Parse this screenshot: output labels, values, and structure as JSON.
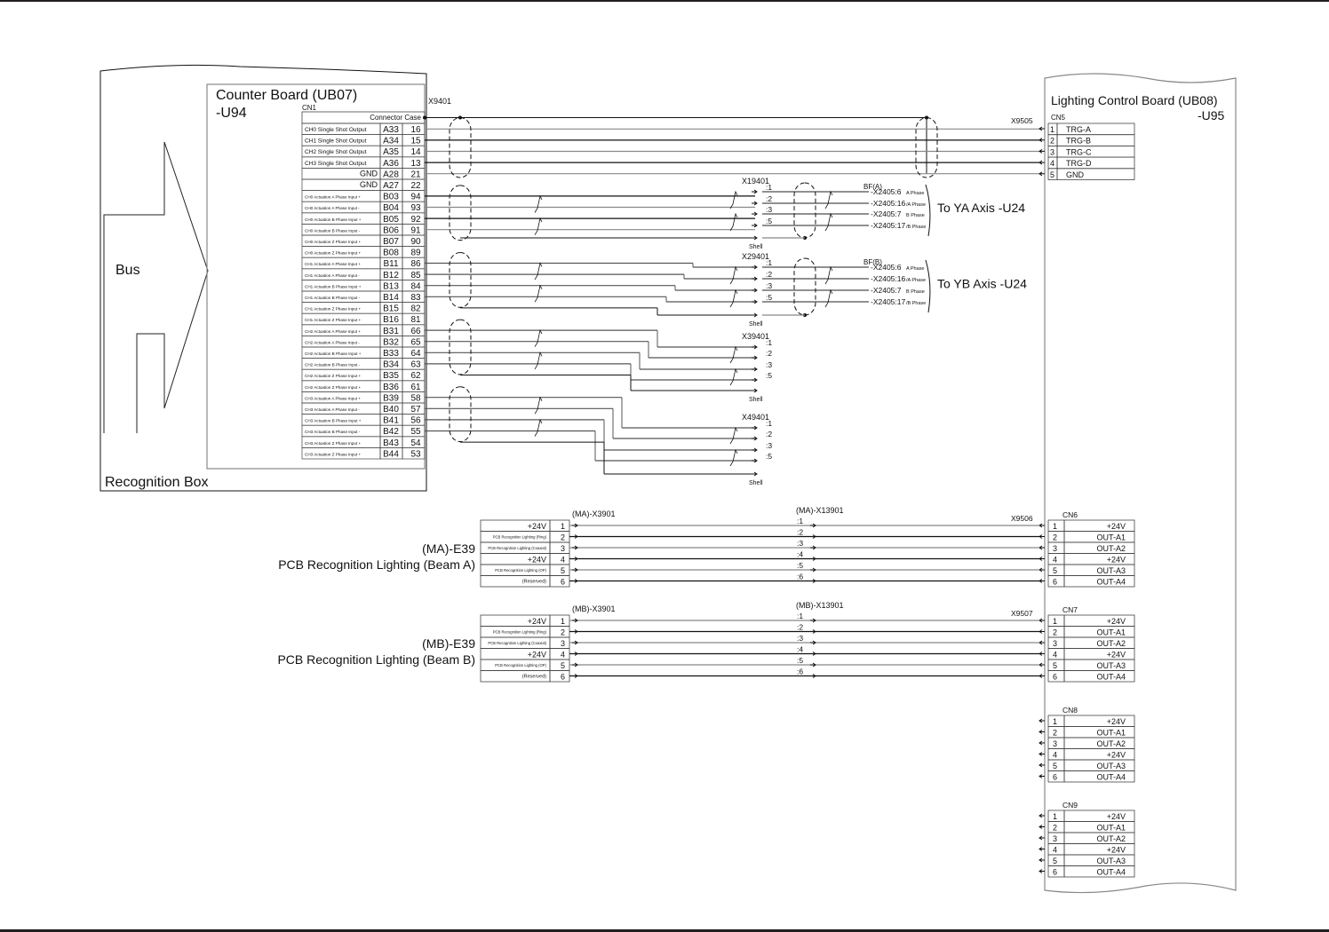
{
  "recognition_box": {
    "title": "Recognition Box",
    "bus_label": "Bus"
  },
  "counter_board": {
    "title": "Counter Board (UB07)",
    "ref": "-U94",
    "connector": "CN1",
    "case_label": "Connector Case",
    "pins": [
      {
        "signal": "CH0 Single Shot Output",
        "pin": "A33",
        "num": "16"
      },
      {
        "signal": "CH1 Single Shot Output",
        "pin": "A34",
        "num": "15"
      },
      {
        "signal": "CH2 Single Shot Output",
        "pin": "A35",
        "num": "14"
      },
      {
        "signal": "CH3 Single Shot Output",
        "pin": "A36",
        "num": "13"
      },
      {
        "signal": "GND",
        "pin": "A28",
        "num": "21"
      },
      {
        "signal": "GND",
        "pin": "A27",
        "num": "22"
      },
      {
        "signal": "CH0 Actuation A Phase Input +",
        "pin": "B03",
        "num": "94"
      },
      {
        "signal": "CH0 Actuation A Phase Input -",
        "pin": "B04",
        "num": "93"
      },
      {
        "signal": "CH0 Actuation B Phase Input +",
        "pin": "B05",
        "num": "92"
      },
      {
        "signal": "CH0 Actuation B Phase Input -",
        "pin": "B06",
        "num": "91"
      },
      {
        "signal": "CH0 Actuation Z Phase Input +",
        "pin": "B07",
        "num": "90"
      },
      {
        "signal": "CH0 Actuation Z Phase Input +",
        "pin": "B08",
        "num": "89"
      },
      {
        "signal": "CH1 Actuation A Phase Input +",
        "pin": "B11",
        "num": "86"
      },
      {
        "signal": "CH1 Actuation A Phase Input -",
        "pin": "B12",
        "num": "85"
      },
      {
        "signal": "CH1 Actuation B Phase Input +",
        "pin": "B13",
        "num": "84"
      },
      {
        "signal": "CH1 Actuation B Phase Input -",
        "pin": "B14",
        "num": "83"
      },
      {
        "signal": "CH1 Actuation Z Phase Input +",
        "pin": "B15",
        "num": "82"
      },
      {
        "signal": "CH1 Actuation Z Phase Input +",
        "pin": "B16",
        "num": "81"
      },
      {
        "signal": "CH2 Actuation A Phase Input +",
        "pin": "B31",
        "num": "66"
      },
      {
        "signal": "CH2 Actuation A Phase Input -",
        "pin": "B32",
        "num": "65"
      },
      {
        "signal": "CH2 Actuation B Phase Input +",
        "pin": "B33",
        "num": "64"
      },
      {
        "signal": "CH2 Actuation B Phase Input -",
        "pin": "B34",
        "num": "63"
      },
      {
        "signal": "CH2 Actuation Z Phase Input +",
        "pin": "B35",
        "num": "62"
      },
      {
        "signal": "CH2 Actuation Z Phase Input +",
        "pin": "B36",
        "num": "61"
      },
      {
        "signal": "CH3 Actuation A Phase Input +",
        "pin": "B39",
        "num": "58"
      },
      {
        "signal": "CH3 Actuation A Phase Input -",
        "pin": "B40",
        "num": "57"
      },
      {
        "signal": "CH3 Actuation B Phase Input +",
        "pin": "B41",
        "num": "56"
      },
      {
        "signal": "CH3 Actuation B Phase Input -",
        "pin": "B42",
        "num": "55"
      },
      {
        "signal": "CH3 Actuation Z Phase Input +",
        "pin": "B43",
        "num": "54"
      },
      {
        "signal": "CH3 Actuation Z Phase Input +",
        "pin": "B44",
        "num": "53"
      }
    ]
  },
  "cable_x9401": {
    "label": "X9401"
  },
  "axis_connectors": [
    {
      "label": "X19401",
      "pins": [
        ":1",
        ":2",
        ":3",
        ":5"
      ],
      "shell": "Shell",
      "bf": "BF(A)",
      "targets": [
        {
          "conn": "-X2405:6",
          "phase": "A Phase"
        },
        {
          "conn": "-X2405:16",
          "phase": "/A Phase"
        },
        {
          "conn": "-X2405:7",
          "phase": "B Phase"
        },
        {
          "conn": "-X2405:17",
          "phase": "/B Phase"
        }
      ],
      "destination": "To YA Axis -U24"
    },
    {
      "label": "X29401",
      "pins": [
        ":1",
        ":2",
        ":3",
        ":5"
      ],
      "shell": "Shell",
      "bf": "BF(B)",
      "targets": [
        {
          "conn": "-X2405:6",
          "phase": "A Phase"
        },
        {
          "conn": "-X2405:16",
          "phase": "/A Phase"
        },
        {
          "conn": "-X2405:7",
          "phase": "B Phase"
        },
        {
          "conn": "-X2405:17",
          "phase": "/B Phase"
        }
      ],
      "destination": "To YB Axis -U24"
    },
    {
      "label": "X39401",
      "pins": [
        ":1",
        ":2",
        ":3",
        ":5"
      ],
      "shell": "Shell"
    },
    {
      "label": "X49401",
      "pins": [
        ":1",
        ":2",
        ":3",
        ":5"
      ],
      "shell": "Shell"
    }
  ],
  "lighting_board": {
    "title": "Lighting Control Board (UB08)",
    "ref": "-U95",
    "cn5": {
      "label": "CN5",
      "cable": "X9505",
      "pins": [
        {
          "num": "1",
          "signal": "TRG-A"
        },
        {
          "num": "2",
          "signal": "TRG-B"
        },
        {
          "num": "3",
          "signal": "TRG-C"
        },
        {
          "num": "4",
          "signal": "TRG-D"
        },
        {
          "num": "5",
          "signal": "GND"
        }
      ]
    },
    "output_connectors": [
      {
        "label": "CN6",
        "cable": "X9506",
        "pins": [
          {
            "num": "1",
            "signal": "+24V"
          },
          {
            "num": "2",
            "signal": "OUT-A1"
          },
          {
            "num": "3",
            "signal": "OUT-A2"
          },
          {
            "num": "4",
            "signal": "+24V"
          },
          {
            "num": "5",
            "signal": "OUT-A3"
          },
          {
            "num": "6",
            "signal": "OUT-A4"
          }
        ]
      },
      {
        "label": "CN7",
        "cable": "X9507",
        "pins": [
          {
            "num": "1",
            "signal": "+24V"
          },
          {
            "num": "2",
            "signal": "OUT-A1"
          },
          {
            "num": "3",
            "signal": "OUT-A2"
          },
          {
            "num": "4",
            "signal": "+24V"
          },
          {
            "num": "5",
            "signal": "OUT-A3"
          },
          {
            "num": "6",
            "signal": "OUT-A4"
          }
        ]
      },
      {
        "label": "CN8",
        "cable": "",
        "pins": [
          {
            "num": "1",
            "signal": "+24V"
          },
          {
            "num": "2",
            "signal": "OUT-A1"
          },
          {
            "num": "3",
            "signal": "OUT-A2"
          },
          {
            "num": "4",
            "signal": "+24V"
          },
          {
            "num": "5",
            "signal": "OUT-A3"
          },
          {
            "num": "6",
            "signal": "OUT-A4"
          }
        ]
      },
      {
        "label": "CN9",
        "cable": "",
        "pins": [
          {
            "num": "1",
            "signal": "+24V"
          },
          {
            "num": "2",
            "signal": "OUT-A1"
          },
          {
            "num": "3",
            "signal": "OUT-A2"
          },
          {
            "num": "4",
            "signal": "+24V"
          },
          {
            "num": "5",
            "signal": "OUT-A3"
          },
          {
            "num": "6",
            "signal": "OUT-A4"
          }
        ]
      }
    ]
  },
  "lighting_units": [
    {
      "ref": "(MA)-E39",
      "name": "PCB Recognition Lighting (Beam A)",
      "left_cable": "(MA)-X3901",
      "mid_cable": "(MA)-X13901",
      "mid_pins": [
        ":1",
        ":2",
        ":3",
        ":4",
        ":5",
        ":6"
      ],
      "pins": [
        {
          "signal": "+24V",
          "num": "1"
        },
        {
          "signal": "PCB Recognition Lighting (Ring)",
          "num": "2"
        },
        {
          "signal": "PCB Recognition Lighting (Coaxial)",
          "num": "3"
        },
        {
          "signal": "+24V",
          "num": "4"
        },
        {
          "signal": "PCB Recognition Lighting (OP)",
          "num": "5"
        },
        {
          "signal": "(Reserved)",
          "num": "6"
        }
      ]
    },
    {
      "ref": "(MB)-E39",
      "name": "PCB Recognition Lighting (Beam B)",
      "left_cable": "(MB)-X3901",
      "mid_cable": "(MB)-X13901",
      "mid_pins": [
        ":1",
        ":2",
        ":3",
        ":4",
        ":5",
        ":6"
      ],
      "pins": [
        {
          "signal": "+24V",
          "num": "1"
        },
        {
          "signal": "PCB Recognition Lighting (Ring)",
          "num": "2"
        },
        {
          "signal": "PCB Recognition Lighting (Coaxial)",
          "num": "3"
        },
        {
          "signal": "+24V",
          "num": "4"
        },
        {
          "signal": "PCB Recognition Lighting (OP)",
          "num": "5"
        },
        {
          "signal": "(Reserved)",
          "num": "6"
        }
      ]
    }
  ]
}
